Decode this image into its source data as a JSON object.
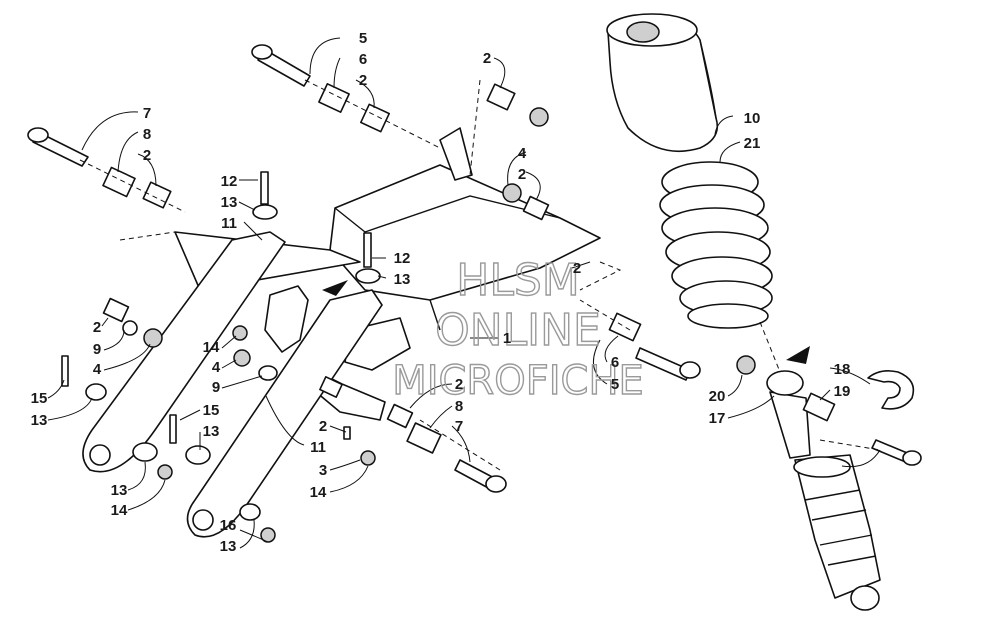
{
  "watermark": {
    "line1": "HLSM",
    "line2": "ONLINE",
    "line3": "MICROFICHE"
  },
  "callouts": [
    {
      "id": "c5a",
      "text": "5"
    },
    {
      "id": "c6a",
      "text": "6"
    },
    {
      "id": "c2a",
      "text": "2"
    },
    {
      "id": "c7a",
      "text": "7"
    },
    {
      "id": "c8a",
      "text": "8"
    },
    {
      "id": "c2b",
      "text": "2"
    },
    {
      "id": "c2c",
      "text": "2"
    },
    {
      "id": "c4a",
      "text": "4"
    },
    {
      "id": "c2d",
      "text": "2"
    },
    {
      "id": "c12a",
      "text": "12"
    },
    {
      "id": "c13a",
      "text": "13"
    },
    {
      "id": "c11a",
      "text": "11"
    },
    {
      "id": "c12b",
      "text": "12"
    },
    {
      "id": "c13b",
      "text": "13"
    },
    {
      "id": "c2e",
      "text": "2"
    },
    {
      "id": "c10",
      "text": "10"
    },
    {
      "id": "c21",
      "text": "21"
    },
    {
      "id": "c2f",
      "text": "2"
    },
    {
      "id": "c9a",
      "text": "9"
    },
    {
      "id": "c4b",
      "text": "4"
    },
    {
      "id": "c14a",
      "text": "14"
    },
    {
      "id": "c4c",
      "text": "4"
    },
    {
      "id": "c9b",
      "text": "9"
    },
    {
      "id": "c1",
      "text": "1"
    },
    {
      "id": "c6b",
      "text": "6"
    },
    {
      "id": "c5b",
      "text": "5"
    },
    {
      "id": "c15a",
      "text": "15"
    },
    {
      "id": "c13c",
      "text": "13"
    },
    {
      "id": "c2g",
      "text": "2"
    },
    {
      "id": "c8b",
      "text": "8"
    },
    {
      "id": "c7b",
      "text": "7"
    },
    {
      "id": "c15b",
      "text": "15"
    },
    {
      "id": "c13d",
      "text": "13"
    },
    {
      "id": "c2h",
      "text": "2"
    },
    {
      "id": "c11b",
      "text": "11"
    },
    {
      "id": "c3",
      "text": "3"
    },
    {
      "id": "c14b",
      "text": "14"
    },
    {
      "id": "c13e",
      "text": "13"
    },
    {
      "id": "c14c",
      "text": "14"
    },
    {
      "id": "c13f",
      "text": "13"
    },
    {
      "id": "c16",
      "text": "16"
    },
    {
      "id": "c20",
      "text": "20"
    },
    {
      "id": "c17",
      "text": "17"
    },
    {
      "id": "c18",
      "text": "18"
    },
    {
      "id": "c19",
      "text": "19"
    }
  ]
}
